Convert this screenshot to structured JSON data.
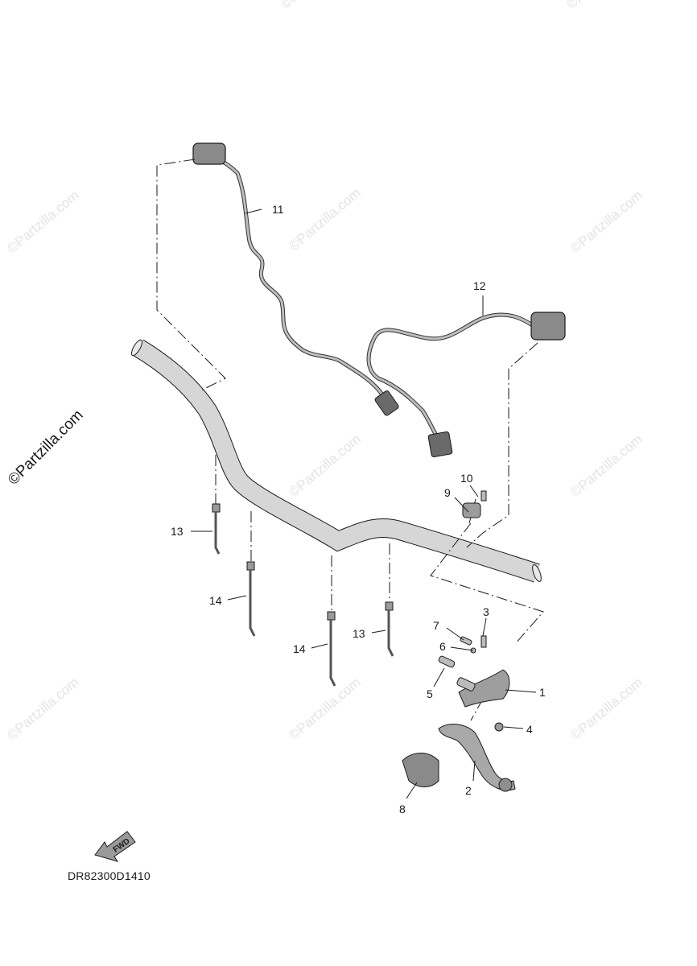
{
  "watermark_text": "©Partzilla.com",
  "side_watermark": "©Partzilla.com",
  "diagram_code": "DR82300D1410",
  "fwd_label": "FWD",
  "callouts": {
    "c1": "1",
    "c2": "2",
    "c3": "3",
    "c4": "4",
    "c5": "5",
    "c6": "6",
    "c7": "7",
    "c8": "8",
    "c9": "9",
    "c10": "10",
    "c11": "11",
    "c12": "12",
    "c13a": "13",
    "c13b": "13",
    "c14a": "14",
    "c14b": "14"
  },
  "colors": {
    "line": "#1a1a1a",
    "part_fill": "#cfcfcf",
    "part_dark": "#555555",
    "watermark": "#e4e4e4"
  }
}
